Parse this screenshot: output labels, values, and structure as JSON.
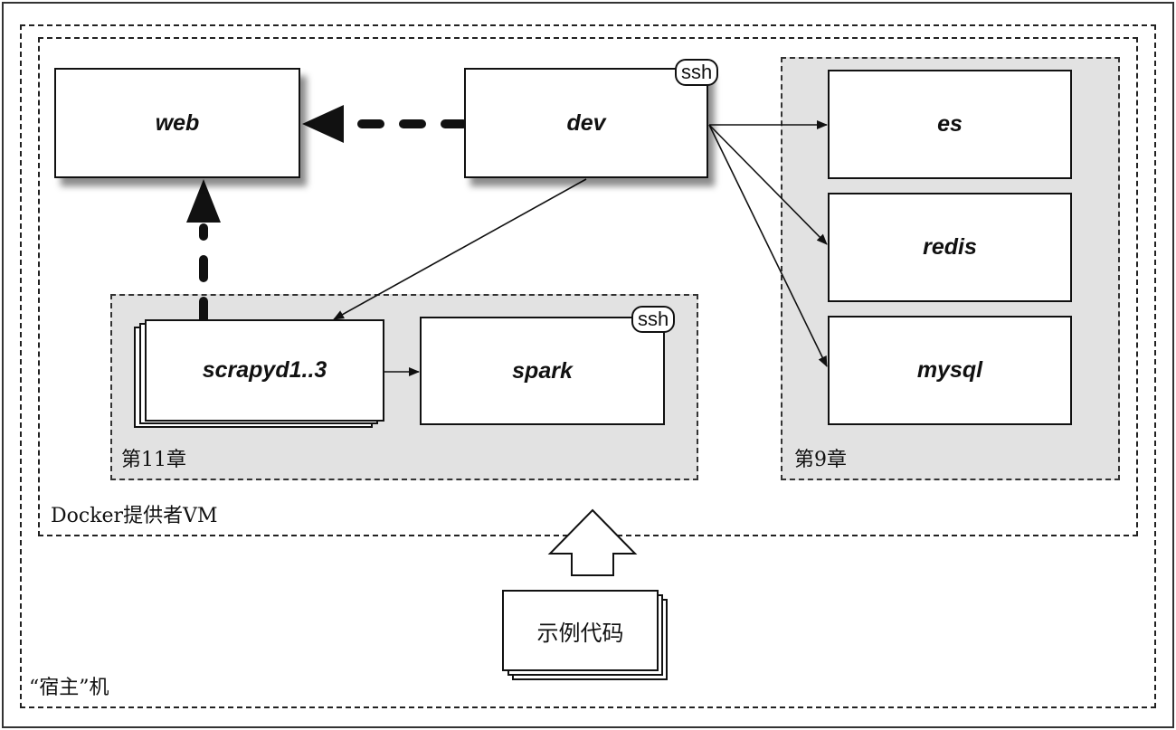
{
  "outer_label": "“宿主”机",
  "vm_label": "Docker提供者VM",
  "group_ch11_label": "第11章",
  "group_ch9_label": "第9章",
  "nodes": {
    "web": "web",
    "dev": "dev",
    "scrapyd": "scrapyd1..3",
    "spark": "spark",
    "es": "es",
    "redis": "redis",
    "mysql": "mysql",
    "sample_code": "示例代码"
  },
  "tags": {
    "dev_ssh": "ssh",
    "spark_ssh": "ssh"
  },
  "edges": [
    {
      "from": "dev",
      "to": "web",
      "style": "dashed-bold"
    },
    {
      "from": "scrapyd",
      "to": "web",
      "style": "dashed-bold"
    },
    {
      "from": "dev",
      "to": "scrapyd",
      "style": "solid"
    },
    {
      "from": "scrapyd",
      "to": "spark",
      "style": "solid"
    },
    {
      "from": "dev",
      "to": "es",
      "style": "solid"
    },
    {
      "from": "dev",
      "to": "redis",
      "style": "solid"
    },
    {
      "from": "dev",
      "to": "mysql",
      "style": "solid"
    },
    {
      "from": "sample_code",
      "to": "vm",
      "style": "block-arrow"
    }
  ]
}
